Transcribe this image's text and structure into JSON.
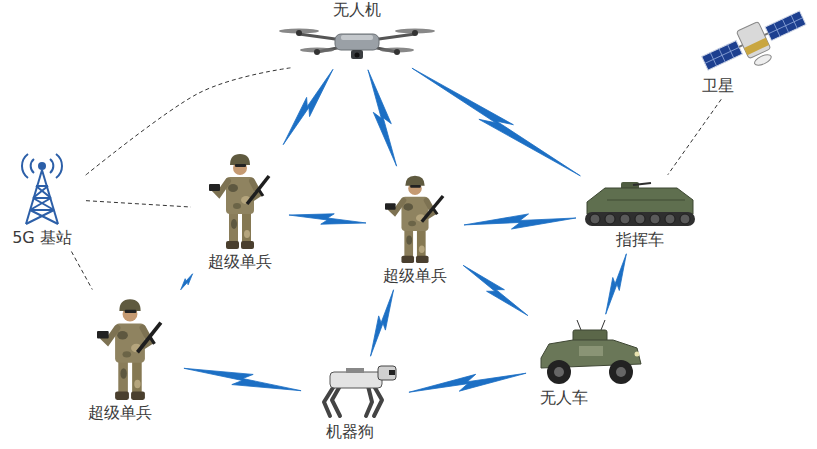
{
  "diagram": {
    "nodes": [
      {
        "text": [
          "无人机"
        ]
      },
      {
        "text": [
          "卫星"
        ]
      },
      {
        "text": [
          "5G 基站"
        ]
      },
      {
        "text": [
          "超级单兵"
        ]
      },
      {
        "text": [
          "超级单兵"
        ]
      },
      {
        "text": [
          "指挥车"
        ]
      },
      {
        "text": [
          "超级单兵"
        ]
      },
      {
        "text": [
          "机器狗"
        ]
      },
      {
        "text": [
          "无人车"
        ]
      }
    ],
    "edges": [
      {
        "from": 0,
        "to": 3,
        "arrow": "none"
      },
      {
        "from": 0,
        "to": 4,
        "arrow": "none"
      },
      {
        "from": 0,
        "to": 5,
        "arrow": "none"
      },
      {
        "from": 0,
        "to": 2,
        "arrow": "none"
      },
      {
        "from": 1,
        "to": 5,
        "arrow": "none"
      },
      {
        "from": 2,
        "to": 3,
        "arrow": "none"
      },
      {
        "from": 2,
        "to": 6,
        "arrow": "none"
      },
      {
        "from": 3,
        "to": 4,
        "arrow": "none"
      },
      {
        "from": 4,
        "to": 5,
        "arrow": "none"
      },
      {
        "from": 3,
        "to": 6,
        "arrow": "none"
      },
      {
        "from": 4,
        "to": 7,
        "arrow": "none"
      },
      {
        "from": 4,
        "to": 8,
        "arrow": "none"
      },
      {
        "from": 5,
        "to": 8,
        "arrow": "none"
      },
      {
        "from": 6,
        "to": 7,
        "arrow": "none"
      },
      {
        "from": 7,
        "to": 8,
        "arrow": "none"
      }
    ]
  }
}
